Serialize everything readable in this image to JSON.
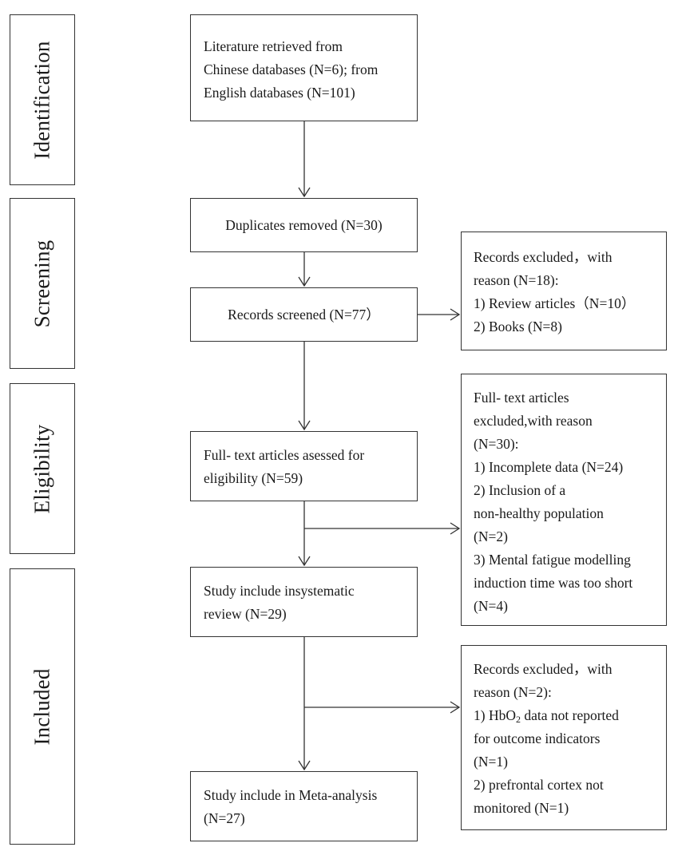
{
  "stages": {
    "identification": "Identification",
    "screening": "Screening",
    "eligibility": "Eligibility",
    "included": "Included"
  },
  "identification_box": {
    "line1": "Literature retrieved from",
    "line2": "Chinese databases (N=6); from",
    "line3": "English databases (N=101)"
  },
  "duplicates_box": {
    "text": "Duplicates removed (N=30)"
  },
  "screened_box": {
    "text": "Records screened (N=77）"
  },
  "excluded_screen": {
    "line1": "Records excluded，with",
    "line2": "reason (N=18):",
    "line3": "1)  Review articles（N=10）",
    "line4": "2)  Books (N=8)"
  },
  "fulltext_box": {
    "line1": "Full- text articles asessed for",
    "line2": "eligibility (N=59)"
  },
  "excluded_fulltext": {
    "line1": "Full- text articles",
    "line2": "excluded,with reason",
    "line3": "(N=30):",
    "line4": "1)  Incomplete data (N=24)",
    "line5": "2)  Inclusion of a",
    "line6": "non-healthy population",
    "line7": "(N=2)",
    "line8": "3)  Mental fatigue modelling",
    "line9": "induction time was too short",
    "line10": "(N=4)"
  },
  "systematic_box": {
    "line1": "Study include insystematic",
    "line2": "review (N=29)"
  },
  "excluded_meta": {
    "line1": "Records excluded，with",
    "line2": "reason (N=2):",
    "line3_a": "1)  HbO",
    "line3_sub": "2",
    "line3_b": " data not reported",
    "line4": "for outcome indicators",
    "line5": "(N=1)",
    "line6": "2)  prefrontal cortex not",
    "line7": "monitored (N=1)"
  },
  "meta_box": {
    "line1": "Study include in Meta-analysis",
    "line2": "(N=27)"
  }
}
